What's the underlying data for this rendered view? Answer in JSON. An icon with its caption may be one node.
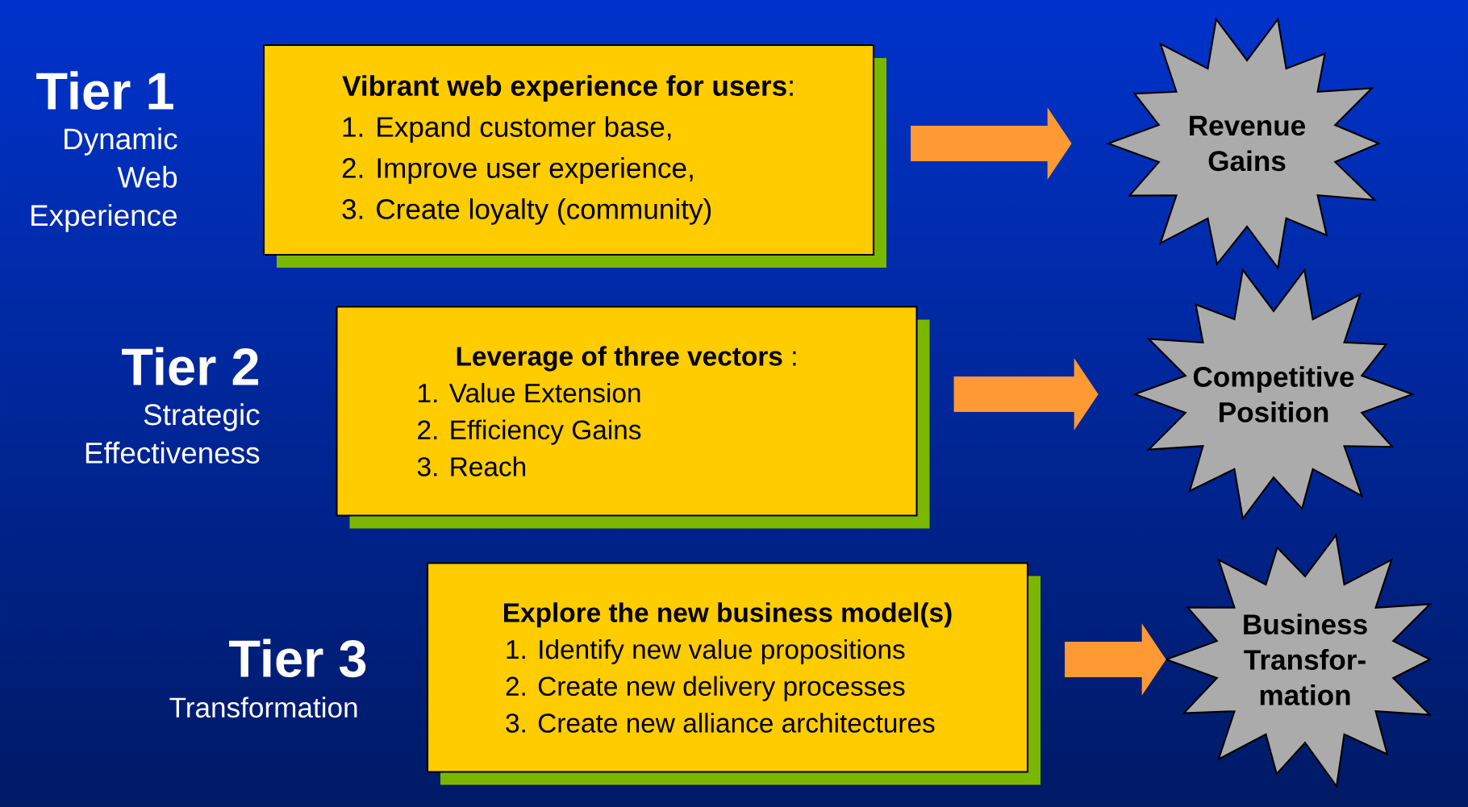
{
  "diagram": {
    "nodes": [
      {
        "text": [
          "**Vibrant web experience for users**:",
          "1. Expand customer base,",
          "2. Improve user experience,",
          "3. Create loyalty (community)"
        ]
      },
      {
        "text": [
          "**Leverage of three vectors** :",
          "1. Value Extension",
          "2. Efficiency Gains",
          "3. Reach"
        ]
      },
      {
        "text": [
          "Explore the new business model(s)",
          "1. Identify new value propositions",
          "2. Create new delivery processes",
          "3. Create new alliance architectures"
        ]
      },
      {
        "text": [
          "Revenue Gains"
        ]
      },
      {
        "text": [
          "Competitive Position"
        ]
      },
      {
        "text": [
          "Business Transfor- mation"
        ]
      }
    ],
    "edges": [
      {
        "from": 0,
        "to": 3,
        "arrow": "to"
      },
      {
        "from": 1,
        "to": 4,
        "arrow": "to"
      },
      {
        "from": 2,
        "to": 5,
        "arrow": "to"
      }
    ],
    "labels": [
      "Tier 1",
      "Dynamic Web Experience",
      "Tier 2",
      "Strategic Effectiveness",
      "Tier 3",
      "Transformation"
    ]
  }
}
